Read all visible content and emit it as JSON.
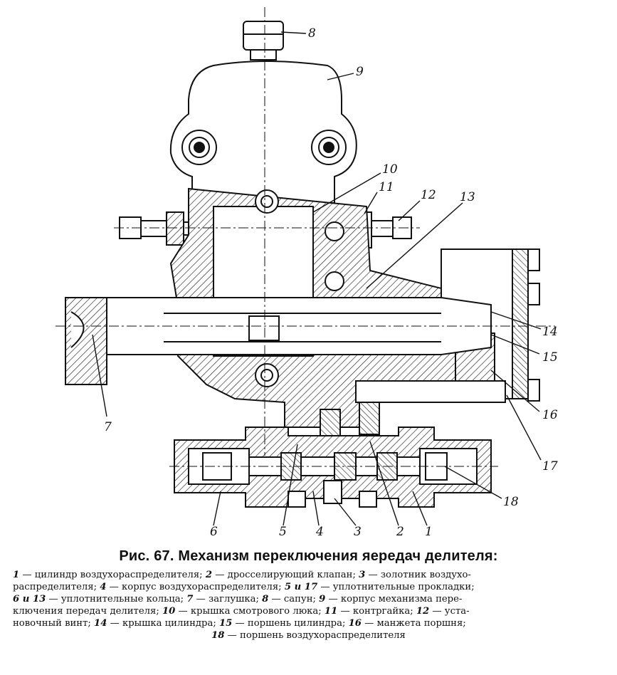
{
  "callouts": [
    "8",
    "9",
    "10",
    "11",
    "12",
    "13",
    "14",
    "15",
    "16",
    "17",
    "18",
    "1",
    "2",
    "3",
    "4",
    "5",
    "6",
    "7"
  ],
  "caption": {
    "title": "Рис. 67. Механизм переключения яередач делителя:",
    "lines": [
      [
        [
          "1",
          " — цилиндр воздухораспределителя; "
        ],
        [
          "2",
          " — дросселирующий клапан; "
        ],
        [
          "3",
          " — золотник воздухо-"
        ]
      ],
      [
        [
          "",
          "распределителя; "
        ],
        [
          "4",
          " — корпус воздухораспределителя; "
        ],
        [
          "5 и 17",
          " — уплотнительные прокладки;"
        ]
      ],
      [
        [
          "6 и 13",
          " — уплотнительные кольца; "
        ],
        [
          "7",
          " — заглушка; "
        ],
        [
          "8",
          " — сапун; "
        ],
        [
          "9",
          " — корпус механизма пере-"
        ]
      ],
      [
        [
          "",
          "ключения передач делителя; "
        ],
        [
          "10",
          " — крышка смотрового люка; "
        ],
        [
          "11",
          " — контргайка; "
        ],
        [
          "12",
          " — уста-"
        ]
      ],
      [
        [
          "",
          "новочный винт; "
        ],
        [
          "14",
          " — крышка цилиндра; "
        ],
        [
          "15",
          " — поршень цилиндра; "
        ],
        [
          "16",
          " — манжета поршня;"
        ]
      ],
      [
        [
          "18",
          " — поршень воздухораспределителя"
        ]
      ]
    ]
  }
}
